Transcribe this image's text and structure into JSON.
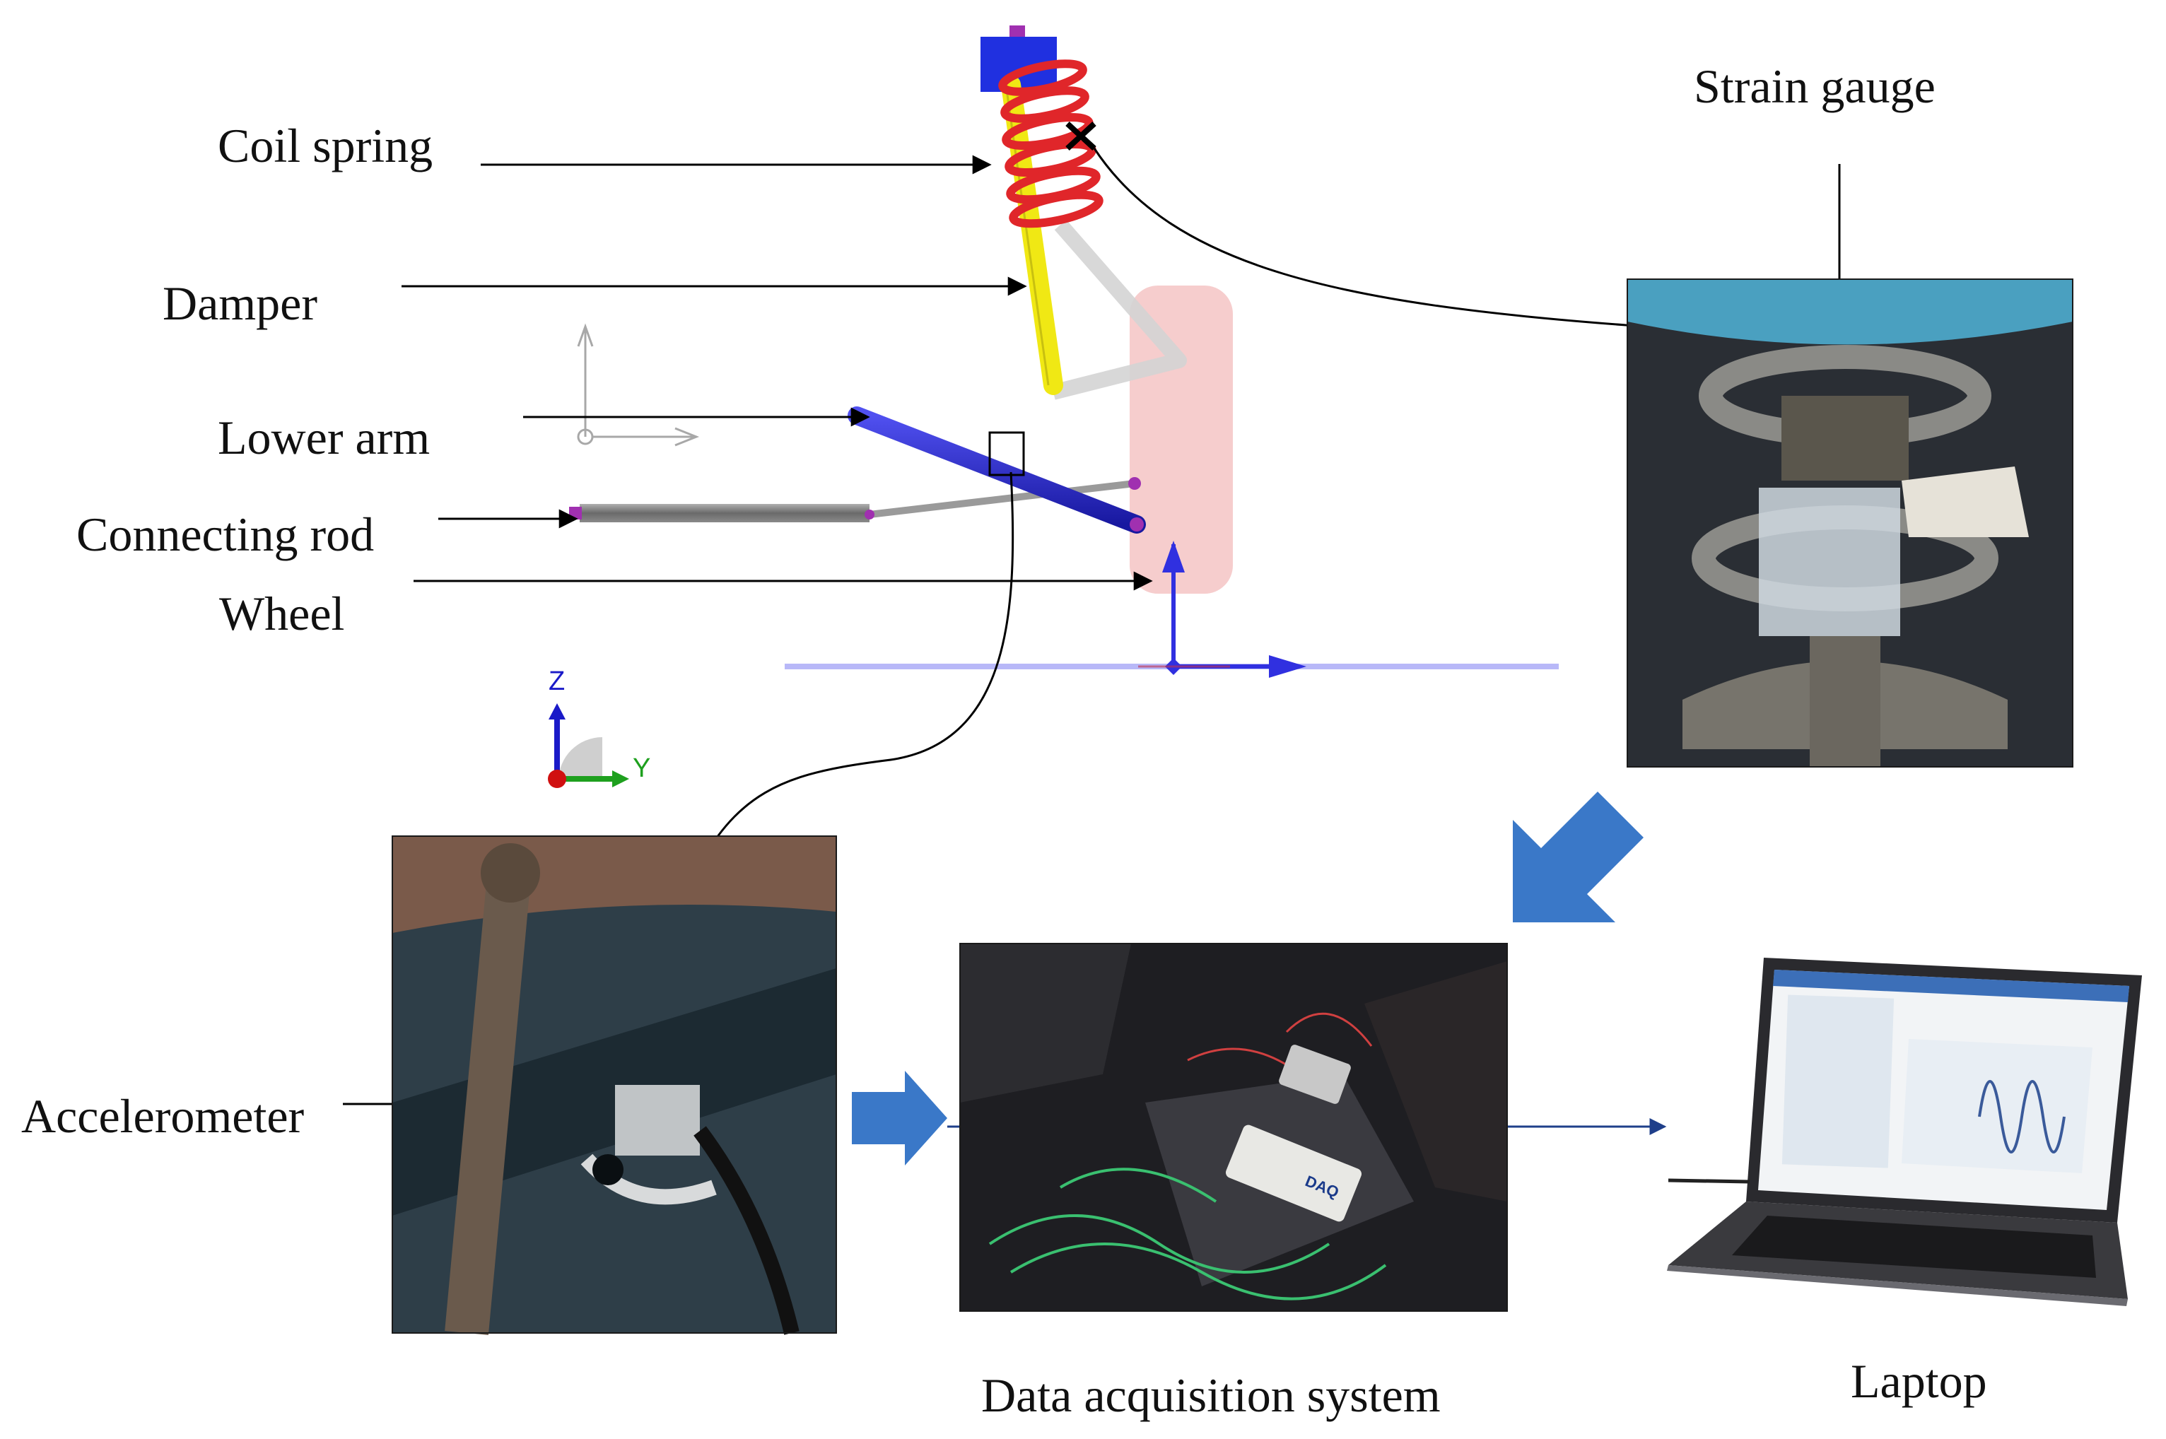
{
  "labels": {
    "coil_spring": "Coil spring",
    "damper": "Damper",
    "lower_arm": "Lower arm",
    "connecting_rod": "Connecting rod",
    "wheel": "Wheel",
    "strain_gauge": "Strain gauge",
    "accelerometer": "Accelerometer",
    "data_acquisition_system": "Data acquisition system",
    "laptop": "Laptop"
  },
  "axis_triad": {
    "z": "Z",
    "y": "Y"
  },
  "daq_device_text": "DAQ",
  "colors": {
    "coil_spring": "#e0262a",
    "damper_rod": "#f0e814",
    "lower_arm": "#2a2ad0",
    "top_mount": "#2030e0",
    "connecting_rod": "#7a7a7a",
    "connector_pins": "#a030b0",
    "wheel": "#f4c4c4",
    "ground_line": "#b8b8f8",
    "block_arrow": "#3a78c8",
    "z_axis": "#1a1ac8",
    "y_axis": "#1ea01e",
    "origin": "#d01010"
  }
}
